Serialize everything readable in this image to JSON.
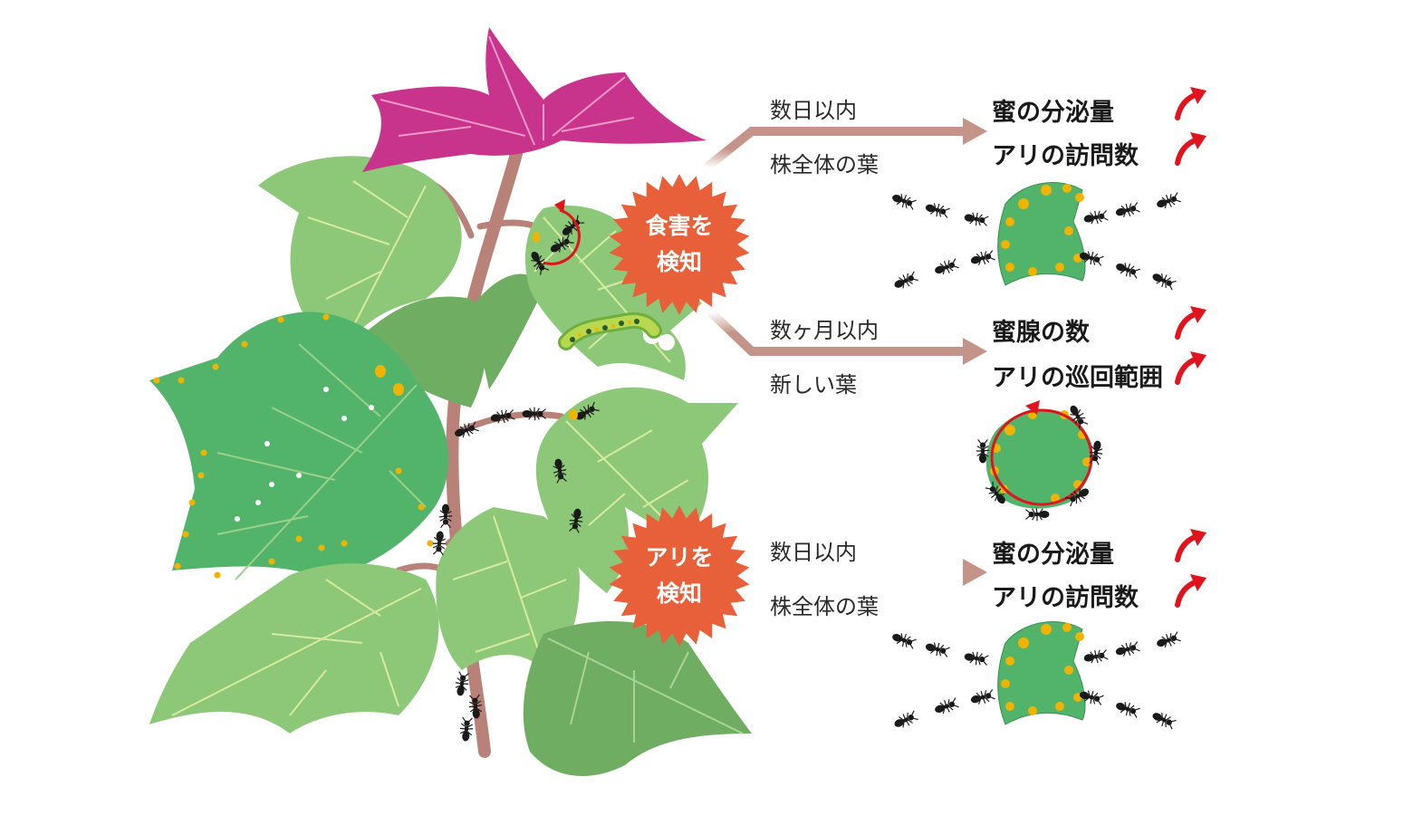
{
  "triggers": {
    "herbivory": "食害を\n検知",
    "ants": "アリを\n検知"
  },
  "responses": [
    {
      "timing": "数日以内",
      "scope": "株全体の葉",
      "effects": [
        "蜜の分泌量",
        "アリの訪問数"
      ]
    },
    {
      "timing": "数ヶ月以内",
      "scope": "新しい葉",
      "effects": [
        "蜜腺の数",
        "アリの巡回範囲"
      ]
    },
    {
      "timing": "数日以内",
      "scope": "株全体の葉",
      "effects": [
        "蜜の分泌量",
        "アリの訪問数"
      ]
    }
  ],
  "colors": {
    "leaf_light": "#8cc878",
    "leaf_dark": "#52b46a",
    "young_leaf": "#c8338c",
    "stem": "#b98278",
    "burst": "#e8603a",
    "arrow": "#c49488",
    "up_arrow": "#e0141e",
    "nectary": "#f0b400",
    "ant": "#1a1a1a"
  },
  "icons": {
    "increase": "red-up-arrow-icon",
    "ant": "ant-icon",
    "caterpillar": "caterpillar-icon"
  }
}
